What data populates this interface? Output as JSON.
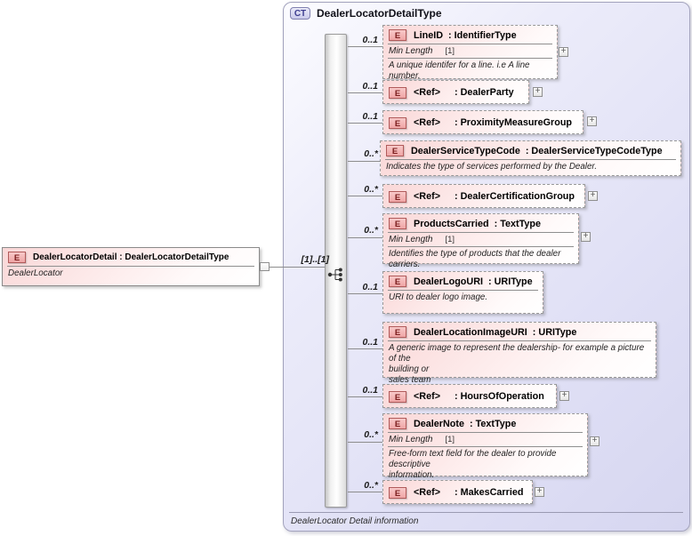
{
  "labels": {
    "element_badge": "E",
    "complex_type_badge": "CT",
    "plus_icon": "+"
  },
  "colors": {
    "container_lavender": "#dfdff5",
    "element_pink": "#fad7d7",
    "badge_red_border": "#b15b5b",
    "dashed_border_gray": "#999999"
  },
  "root_element": {
    "title": "DealerLocatorDetail : DealerLocatorDetailType",
    "annotation": "DealerLocator",
    "cardinality": "[1]..[1]"
  },
  "complex_type": {
    "title": "DealerLocatorDetailType",
    "footer": "DealerLocator Detail information"
  },
  "children": [
    {
      "name": "LineID",
      "type": ": IdentifierType",
      "cardinality": "0..1",
      "facet_name": "Min Length",
      "facet_value": "[1]",
      "annotation": "A unique identifer for a line. i.e A line number."
    },
    {
      "name": "<Ref>",
      "type": ": DealerParty",
      "cardinality": "0..1"
    },
    {
      "name": "<Ref>",
      "type": ": ProximityMeasureGroup",
      "cardinality": "0..1"
    },
    {
      "name": "DealerServiceTypeCode",
      "type": ": DealerServiceTypeCodeType",
      "cardinality": "0..*",
      "annotation": "Indicates the type of services performed by the Dealer."
    },
    {
      "name": "<Ref>",
      "type": ": DealerCertificationGroup",
      "cardinality": "0..*"
    },
    {
      "name": "ProductsCarried",
      "type": ": TextType",
      "cardinality": "0..*",
      "facet_name": "Min Length",
      "facet_value": "[1]",
      "annotation": "Identifies the type of products that the dealer carriers."
    },
    {
      "name": "DealerLogoURI",
      "type": ": URIType",
      "cardinality": "0..1",
      "annotation": "URI to dealer logo image."
    },
    {
      "name": "DealerLocationImageURI",
      "type": ": URIType",
      "cardinality": "0..1",
      "annotation": "A generic image to represent the dealership- for example a picture of the\nbuilding or\nsales team"
    },
    {
      "name": "<Ref>",
      "type": ": HoursOfOperation",
      "cardinality": "0..1"
    },
    {
      "name": "DealerNote",
      "type": ": TextType",
      "cardinality": "0..*",
      "facet_name": "Min Length",
      "facet_value": "[1]",
      "annotation": "Free-form text field for the dealer to provide descriptive\ninformation."
    },
    {
      "name": "<Ref>",
      "type": ": MakesCarried",
      "cardinality": "0..*"
    }
  ]
}
